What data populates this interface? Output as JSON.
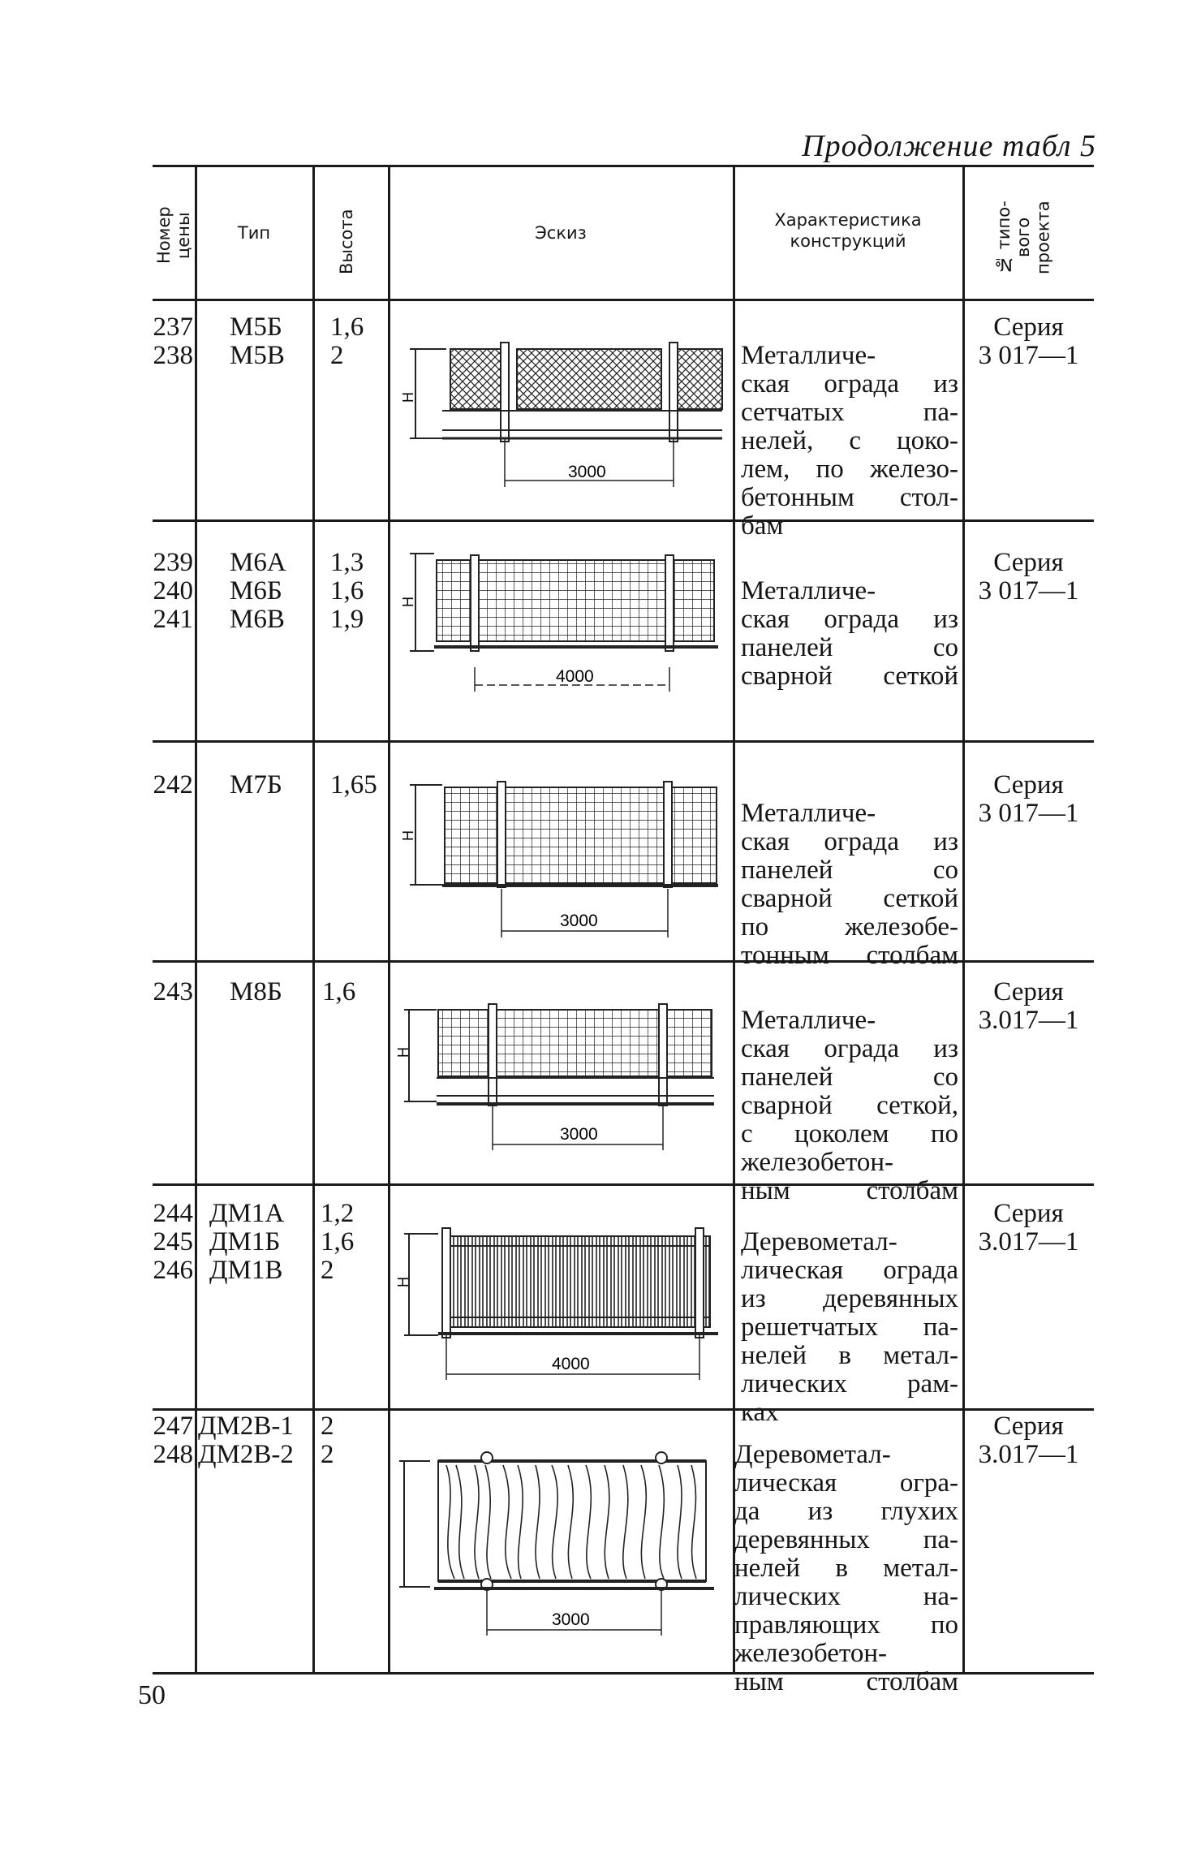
{
  "caption": "Продолжение табл 5",
  "headers": {
    "num": "Номер\nцены",
    "type": "Тип",
    "height": "Высота",
    "sketch": "Эскиз",
    "desc": "Характеристика\nконструкций",
    "project": "№ типо-\nвого\nпроекта"
  },
  "rows": [
    {
      "nums": "237\n238",
      "types": "М5Б\nМ5В",
      "heights": "1,6\n2",
      "desc": [
        "Металличе-",
        "ская ограда из",
        "сетчатых па-",
        "нелей, с цоко-",
        "лем, по железо-",
        "бетонным стол-",
        "бам"
      ],
      "series": "Серия\n3 017—1",
      "dim": "3000",
      "hmark": "Н"
    },
    {
      "nums": "239\n240\n241",
      "types": "М6А\nМ6Б\nМ6В",
      "heights": "1,3\n1,6\n1,9",
      "desc": [
        "Металличе-",
        "ская ограда из",
        "панелей со",
        "сварной сеткой"
      ],
      "series": "Серия\n3 017—1",
      "dim": "4000",
      "hmark": "Н"
    },
    {
      "nums": "242",
      "types": "М7Б",
      "heights": "1,65",
      "desc": [
        "Металличе-",
        "ская ограда из",
        "панелей со",
        "сварной сеткой",
        "по железобе-",
        "тонным столбам"
      ],
      "series": "Серия\n3 017—1",
      "dim": "3000",
      "hmark": "Н"
    },
    {
      "nums": "243",
      "types": "М8Б",
      "heights": "1,6",
      "desc": [
        "Металличе-",
        "ская ограда из",
        "панелей со",
        "сварной сеткой,",
        "с цоколем по",
        "железобетон-",
        "ным столбам"
      ],
      "series": "Серия\n3.017—1",
      "dim": "3000",
      "hmark": "Н"
    },
    {
      "nums": "244\n245\n246",
      "types": "ДМ1А\nДМ1Б\nДМ1В",
      "heights": "1,2\n1,6\n2",
      "desc": [
        "Деревометал-",
        "лическая ограда",
        "из деревянных",
        "решетчатых па-",
        "нелей в метал-",
        "лических рам-",
        "ках"
      ],
      "series": "Серия\n3.017—1",
      "dim": "4000",
      "hmark": "Н"
    },
    {
      "nums": "247\n248",
      "types": "ДМ2В-1\nДМ2В-2",
      "heights": "2\n2",
      "desc": [
        "Деревометал-",
        "лическая огра-",
        "да из глухих",
        "деревянных па-",
        "нелей в метал-",
        "лических на-",
        "правляющих по",
        "железобетон-",
        "ным столбам"
      ],
      "series": "Серия\n3.017—1",
      "dim": "3000",
      "hmark": ""
    }
  ],
  "page_number": "50"
}
